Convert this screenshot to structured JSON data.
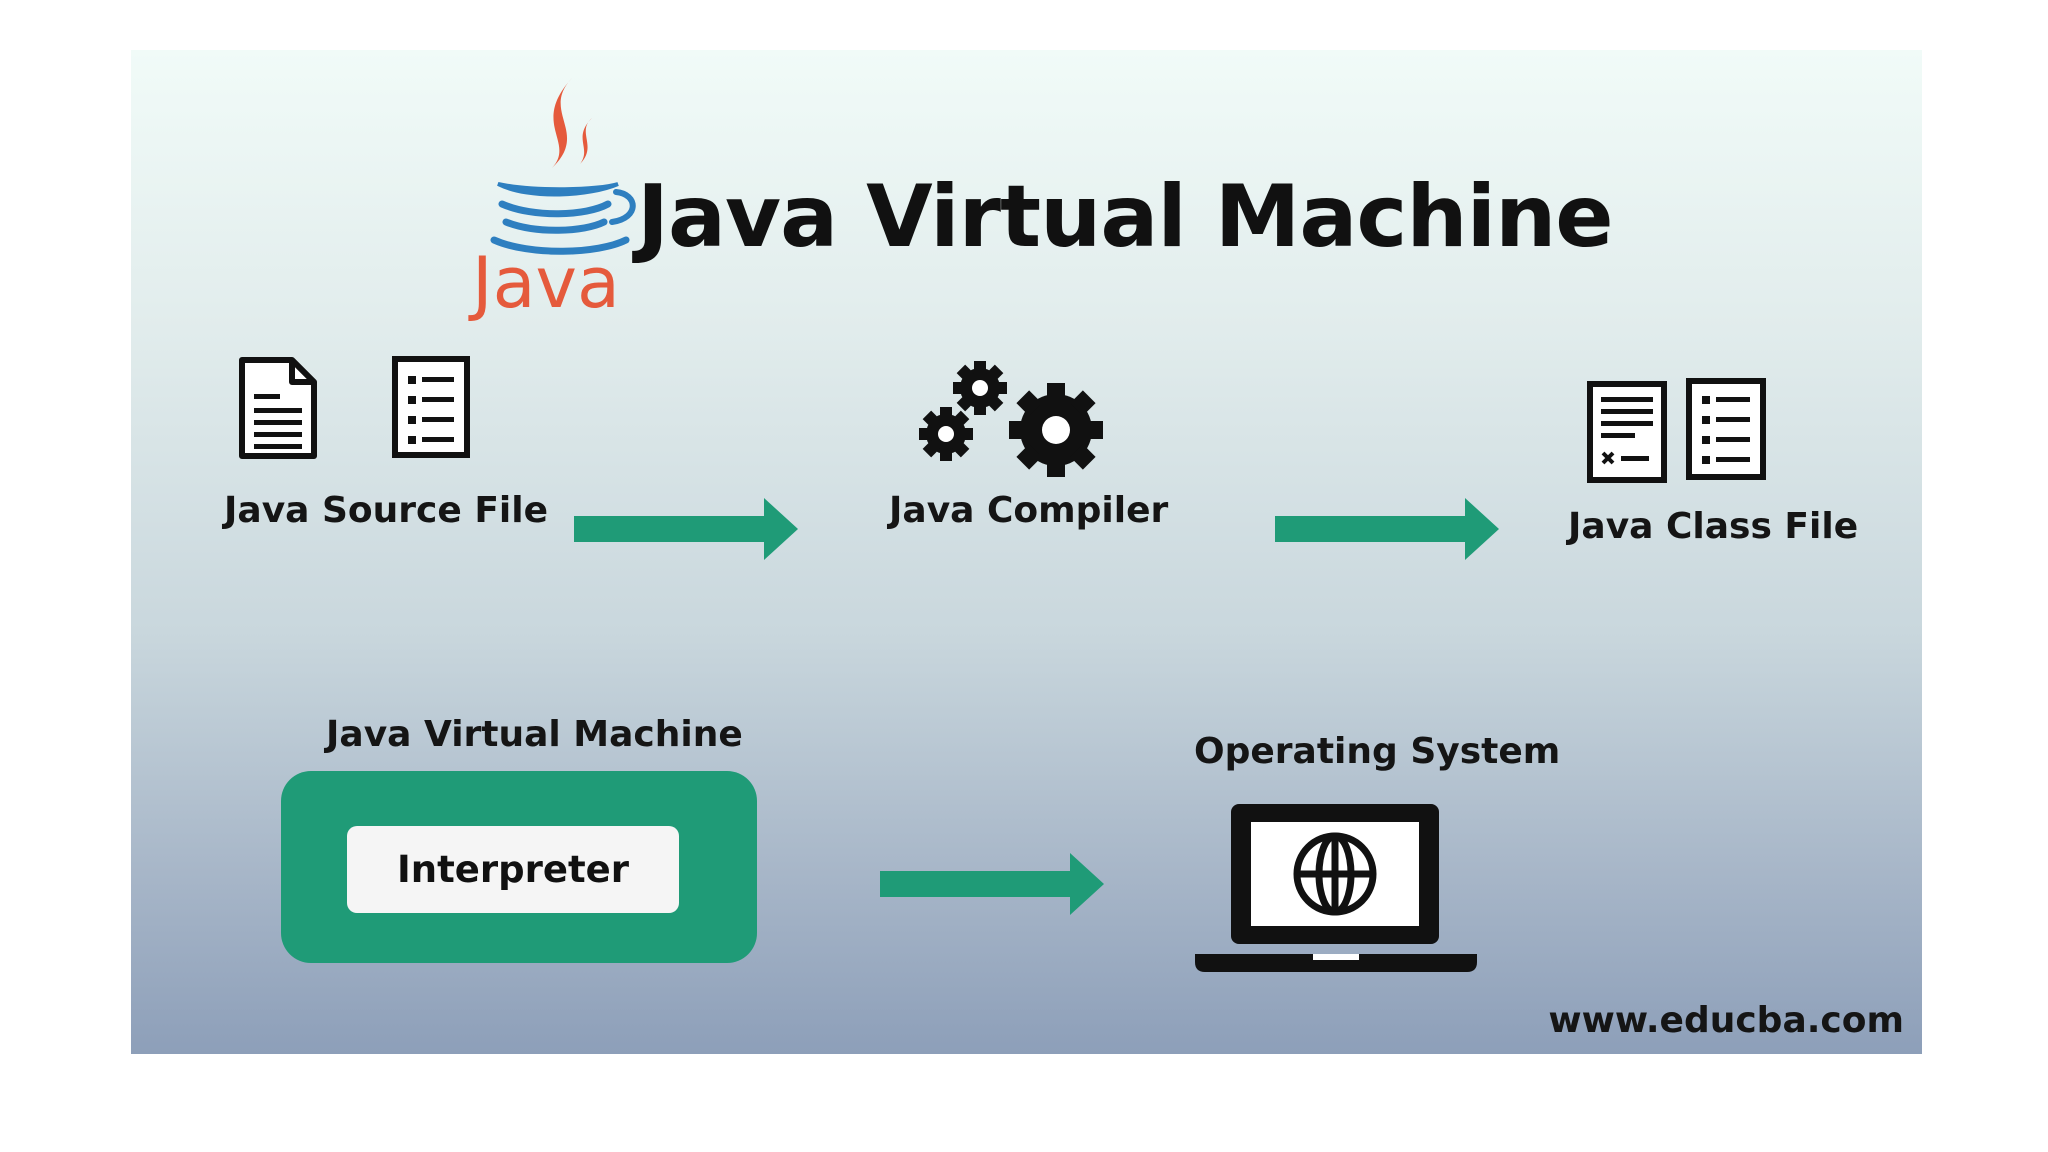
{
  "title": "Java Virtual Machine",
  "logo": {
    "wordmark": "Java",
    "icon": "java-coffee-cup-logo",
    "colors": {
      "steam": "#e55a3c",
      "cup": "#2e7fc0"
    }
  },
  "steps": {
    "source": {
      "label": "Java Source File",
      "icons": [
        "document-icon",
        "checklist-icon"
      ]
    },
    "compiler": {
      "label": "Java Compiler",
      "icons": [
        "gears-icon"
      ]
    },
    "class_file": {
      "label": "Java Class File",
      "icons": [
        "code-document-icon",
        "checklist-icon"
      ]
    },
    "jvm": {
      "label": "Java Virtual Machine",
      "inner": "Interpreter"
    },
    "os": {
      "label": "Operating System",
      "icons": [
        "laptop-globe-icon"
      ]
    }
  },
  "arrows": [
    "source-to-compiler",
    "compiler-to-class-file",
    "jvm-to-os"
  ],
  "watermark": "www.educba.com",
  "colors": {
    "accent_green": "#1f9b77",
    "panel_top": "#f1fbf8",
    "panel_bottom": "#8d9fb9",
    "text": "#111111"
  }
}
